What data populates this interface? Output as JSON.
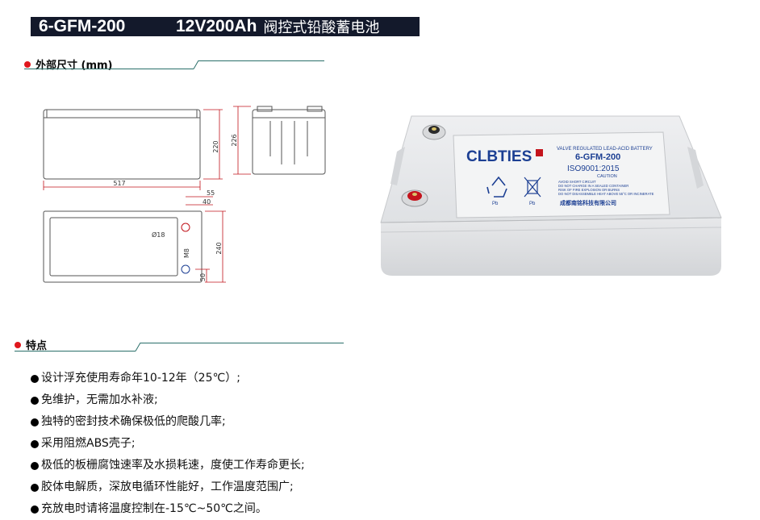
{
  "title": {
    "model": "6-GFM-200",
    "spec": "12V200Ah",
    "description": "阀控式铅酸蓄电池"
  },
  "dimensions_section": {
    "heading": "外部尺寸 (mm)",
    "labels": {
      "length": "517",
      "height_body": "220",
      "height_total": "226",
      "width_total": "240",
      "offset_55": "55",
      "offset_40": "40",
      "offset_50": "50",
      "terminal_dia": "Ø18",
      "bolt": "M8"
    }
  },
  "battery_label": {
    "brand": "CLBTIES",
    "type_line": "VALVE REGULATED LEAD-ACID BATTERY",
    "model": "6-GFM-200",
    "cert": "ISO9001:2015",
    "caution_title": "CAUTION",
    "caution_lines": [
      "AVOID SHORT CIRCUIT",
      "DO NOT CHARGE IN A SEALED CONTAINER",
      "RISK OF FIRE EXPLOSION OR BURNS",
      "DO NOT DISASSEMBLE HEAT ABOVE 55°C OR INCINERATE"
    ],
    "pb_left": "Pb",
    "pb_right": "Pb",
    "company": "成都南铭科技有限公司"
  },
  "features_section": {
    "heading": "特点",
    "items": [
      "设计浮充使用寿命年10-12年（25℃）;",
      "免维护，无需加水补液;",
      "独特的密封技术确保极低的爬酸几率;",
      "采用阻燃ABS壳子;",
      "极低的板栅腐蚀速率及水损耗速，度使工作寿命更长;",
      "胶体电解质，深放电循环性能好，工作温度范围广;",
      "充放电时请将温度控制在-15℃~50℃之间。"
    ]
  },
  "colors": {
    "title_bg": "#13192b",
    "accent_red": "#e0171d",
    "rule": "#2a6f6a",
    "dimension_red": "#c0141b",
    "brand_blue": "#1c3f93"
  }
}
